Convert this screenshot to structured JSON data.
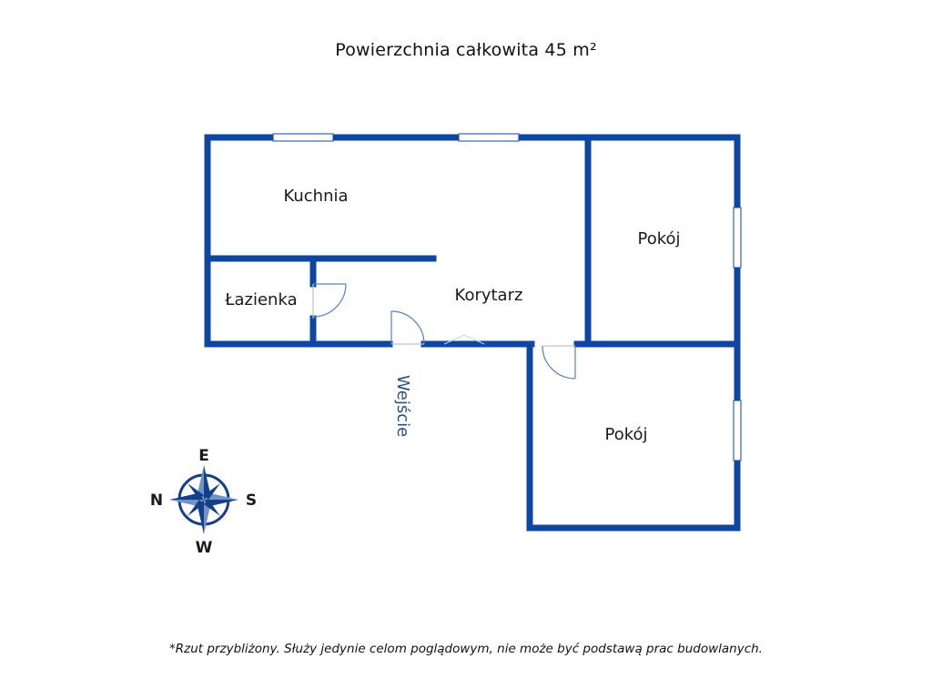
{
  "title": "Powierzchnia całkowita 45 m²",
  "rooms": {
    "kitchen": "Kuchnia",
    "bathroom": "Łazienka",
    "corridor": "Korytarz",
    "room_upper": "Pokój",
    "room_lower": "Pokój"
  },
  "entrance": "Wejście",
  "compass": {
    "north": "N",
    "south": "S",
    "east": "E",
    "west": "W"
  },
  "footnote": "*Rzut przybliżony. Służy jedynie celom poglądowym, nie może być podstawą prac budowlanych.",
  "colors": {
    "wall": "#0d47a1",
    "compass_dark": "#123f87",
    "compass_light": "#6f93c9"
  }
}
